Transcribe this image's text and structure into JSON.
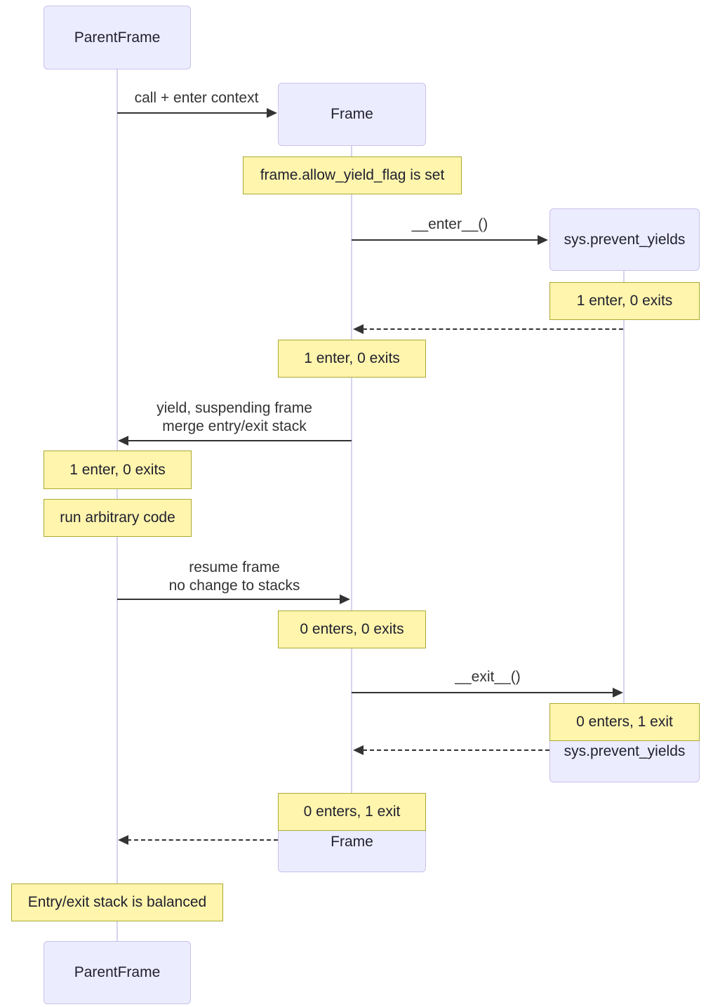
{
  "actors": {
    "parentframe": {
      "label": "ParentFrame"
    },
    "frame": {
      "label": "Frame"
    },
    "sys": {
      "label": "sys.prevent_yields"
    }
  },
  "messages": {
    "call": {
      "label": "call + enter context"
    },
    "enter": {
      "label": "__enter__()"
    },
    "yield": {
      "line1": "yield, suspending frame",
      "line2": "merge entry/exit stack"
    },
    "resume": {
      "line1": "resume frame",
      "line2": "no change to stacks"
    },
    "exit": {
      "label": "__exit__()"
    }
  },
  "notes": {
    "allow_yield": {
      "text": "frame.allow_yield_flag is set"
    },
    "sys_after_enter": {
      "text": "1 enter, 0 exits"
    },
    "frame_after_enter": {
      "text": "1 enter, 0 exits"
    },
    "parent_after_yield": {
      "text": "1 enter, 0 exits"
    },
    "run_code": {
      "text": "run arbitrary code"
    },
    "frame_after_resume": {
      "text": "0 enters, 0 exits"
    },
    "sys_after_exit": {
      "text": "0 enters, 1 exit"
    },
    "frame_after_exit": {
      "text": "0 enters, 1 exit"
    },
    "balanced": {
      "text": "Entry/exit stack is balanced"
    }
  },
  "colors": {
    "actor_fill": "#ECECFF",
    "actor_border": "#C8C2EA",
    "note_fill": "#FFF5AD",
    "note_border": "#AAAA33",
    "message_line": "#333333",
    "lifeline": "#D7D3EE",
    "background": "#FFFFFF"
  }
}
